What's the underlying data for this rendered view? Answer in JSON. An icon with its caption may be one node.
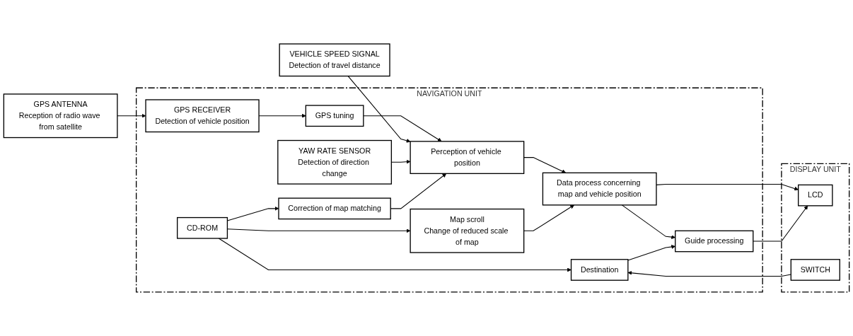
{
  "diagram": {
    "nodes": [
      {
        "text": [
          "GPS ANTENNA",
          "Reception of radio wave from satellite"
        ]
      },
      {
        "text": [
          "NAVIGATION UNIT"
        ]
      },
      {
        "text": [
          "GPS RECEIVER",
          "Detection of vehicle position"
        ],
        "in": 1
      },
      {
        "text": [
          "GPS tuning"
        ],
        "in": 1
      },
      {
        "text": [
          "VEHICLE SPEED SIGNAL",
          "Detection of travel distance"
        ]
      },
      {
        "text": [
          "Perception of vehicle position"
        ],
        "in": 1
      },
      {
        "text": [
          "Data process concerning map and vehicle position"
        ],
        "in": 1
      },
      {
        "text": [
          "Guide processing"
        ],
        "in": 1
      },
      {
        "text": [
          "YAW RATE SENSOR",
          "Detection of direction change"
        ],
        "in": 1
      },
      {
        "text": [
          "Correction of map matching"
        ],
        "in": 1
      },
      {
        "text": [
          "Map scroll",
          "Change of reduced scale of map"
        ],
        "in": 1
      },
      {
        "text": [
          "CD-ROM"
        ],
        "in": 1
      },
      {
        "text": [
          "Destination"
        ],
        "in": 1
      },
      {
        "text": [
          "DISPLAY UNIT"
        ]
      },
      {
        "text": [
          "LCD"
        ],
        "in": 13
      },
      {
        "text": [
          "SWITCH"
        ],
        "in": 13
      }
    ],
    "edges": [
      {
        "from": 0,
        "to": 2,
        "arrow": "to"
      },
      {
        "from": 2,
        "to": 3,
        "arrow": "to"
      },
      {
        "from": 3,
        "to": 5,
        "arrow": "to"
      },
      {
        "from": 4,
        "to": 5,
        "arrow": "to"
      },
      {
        "from": 8,
        "to": 5,
        "arrow": "to"
      },
      {
        "from": 9,
        "to": 5,
        "arrow": "to"
      },
      {
        "from": 5,
        "to": 6,
        "arrow": "to"
      },
      {
        "from": 6,
        "to": 14,
        "arrow": "to"
      },
      {
        "from": 6,
        "to": 7,
        "arrow": "to"
      },
      {
        "from": 7,
        "to": 14,
        "arrow": "to"
      },
      {
        "from": 10,
        "to": 6,
        "arrow": "to"
      },
      {
        "from": 11,
        "to": 9,
        "arrow": "to"
      },
      {
        "from": 11,
        "to": 10,
        "arrow": "to"
      },
      {
        "from": 11,
        "to": 12,
        "arrow": "to"
      },
      {
        "from": 12,
        "to": 7,
        "arrow": "to"
      },
      {
        "from": 15,
        "to": 12,
        "arrow": "to"
      }
    ]
  }
}
